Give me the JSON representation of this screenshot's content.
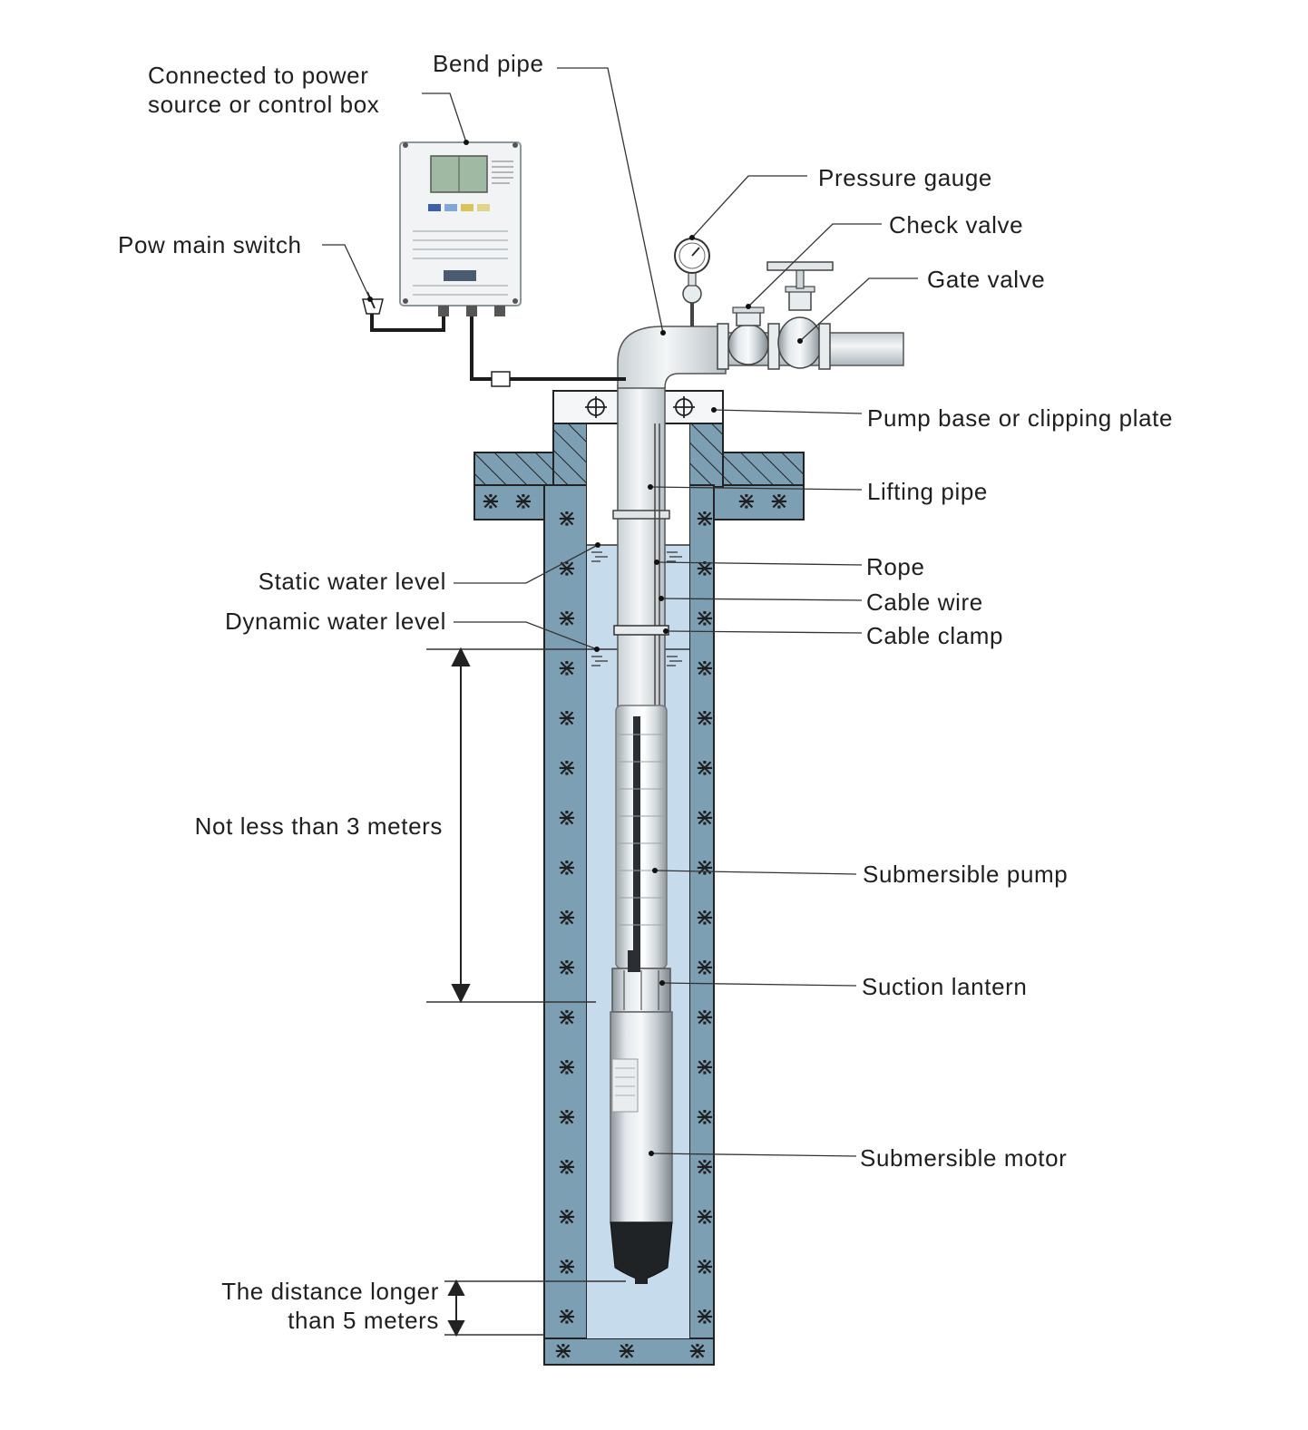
{
  "labels": {
    "power_source": [
      "Connected to power",
      "source or control box"
    ],
    "bend_pipe": "Bend pipe",
    "main_switch": "Pow main switch",
    "pressure_gauge": "Pressure gauge",
    "check_valve": "Check valve",
    "gate_valve": "Gate valve",
    "pump_base": "Pump base or clipping plate",
    "lifting_pipe": "Lifting pipe",
    "rope": "Rope",
    "cable_wire": "Cable wire",
    "cable_clamp": "Cable clamp",
    "static_water_level": "Static water level",
    "dynamic_water_level": "Dynamic water level",
    "min_depth": "Not less than 3 meters",
    "submersible_pump": "Submersible pump",
    "suction_lantern": "Suction lantern",
    "submersible_motor": "Submersible motor",
    "bottom_distance": [
      "The distance longer",
      "than 5 meters"
    ]
  },
  "colors": {
    "water": "#c6dbec",
    "wall": "#7d9fb4",
    "wall_dark": "#5f8196",
    "wall_stroke": "#222222",
    "pipe": "#e9eef0",
    "motor": "#b9c2c8",
    "leader": "#333333"
  }
}
